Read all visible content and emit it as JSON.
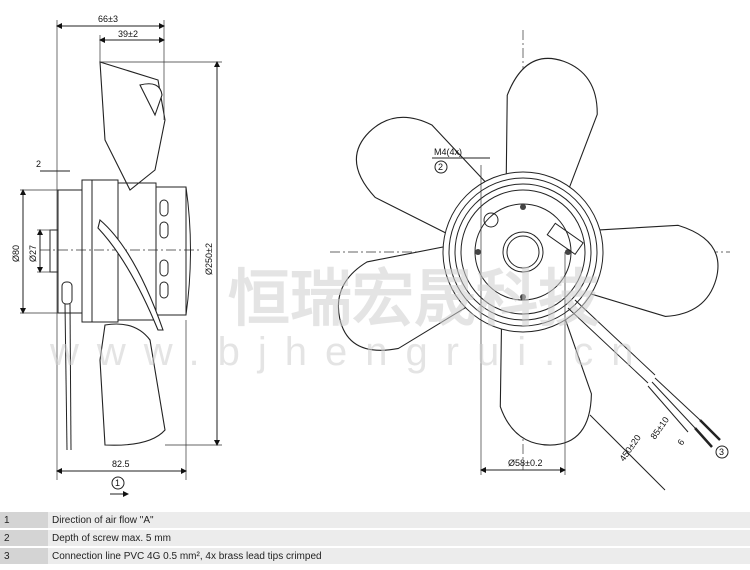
{
  "side_view": {
    "dim_66": "66±3",
    "dim_39": "39±2",
    "dim_2": "2",
    "dim_80": "Ø80",
    "dim_27": "Ø27",
    "dim_250": "Ø250±2",
    "dim_825": "82.5",
    "callout_1": "1"
  },
  "front_view": {
    "thread": "M4(4x)",
    "callout_2": "2",
    "dim_58": "Ø58±0.2",
    "dim_450": "450±20",
    "dim_85": "85±10",
    "dim_6": "6",
    "callout_3": "3"
  },
  "watermark": {
    "cn": "恒瑞宏晟科技",
    "url": "www.bjhengrui.cn"
  },
  "legend": [
    {
      "num": "1",
      "text": "Direction of air flow \"A\""
    },
    {
      "num": "2",
      "text": "Depth of screw max. 5 mm"
    },
    {
      "num": "3",
      "text": "Connection line PVC 4G 0.5 mm², 4x brass lead tips crimped"
    }
  ]
}
